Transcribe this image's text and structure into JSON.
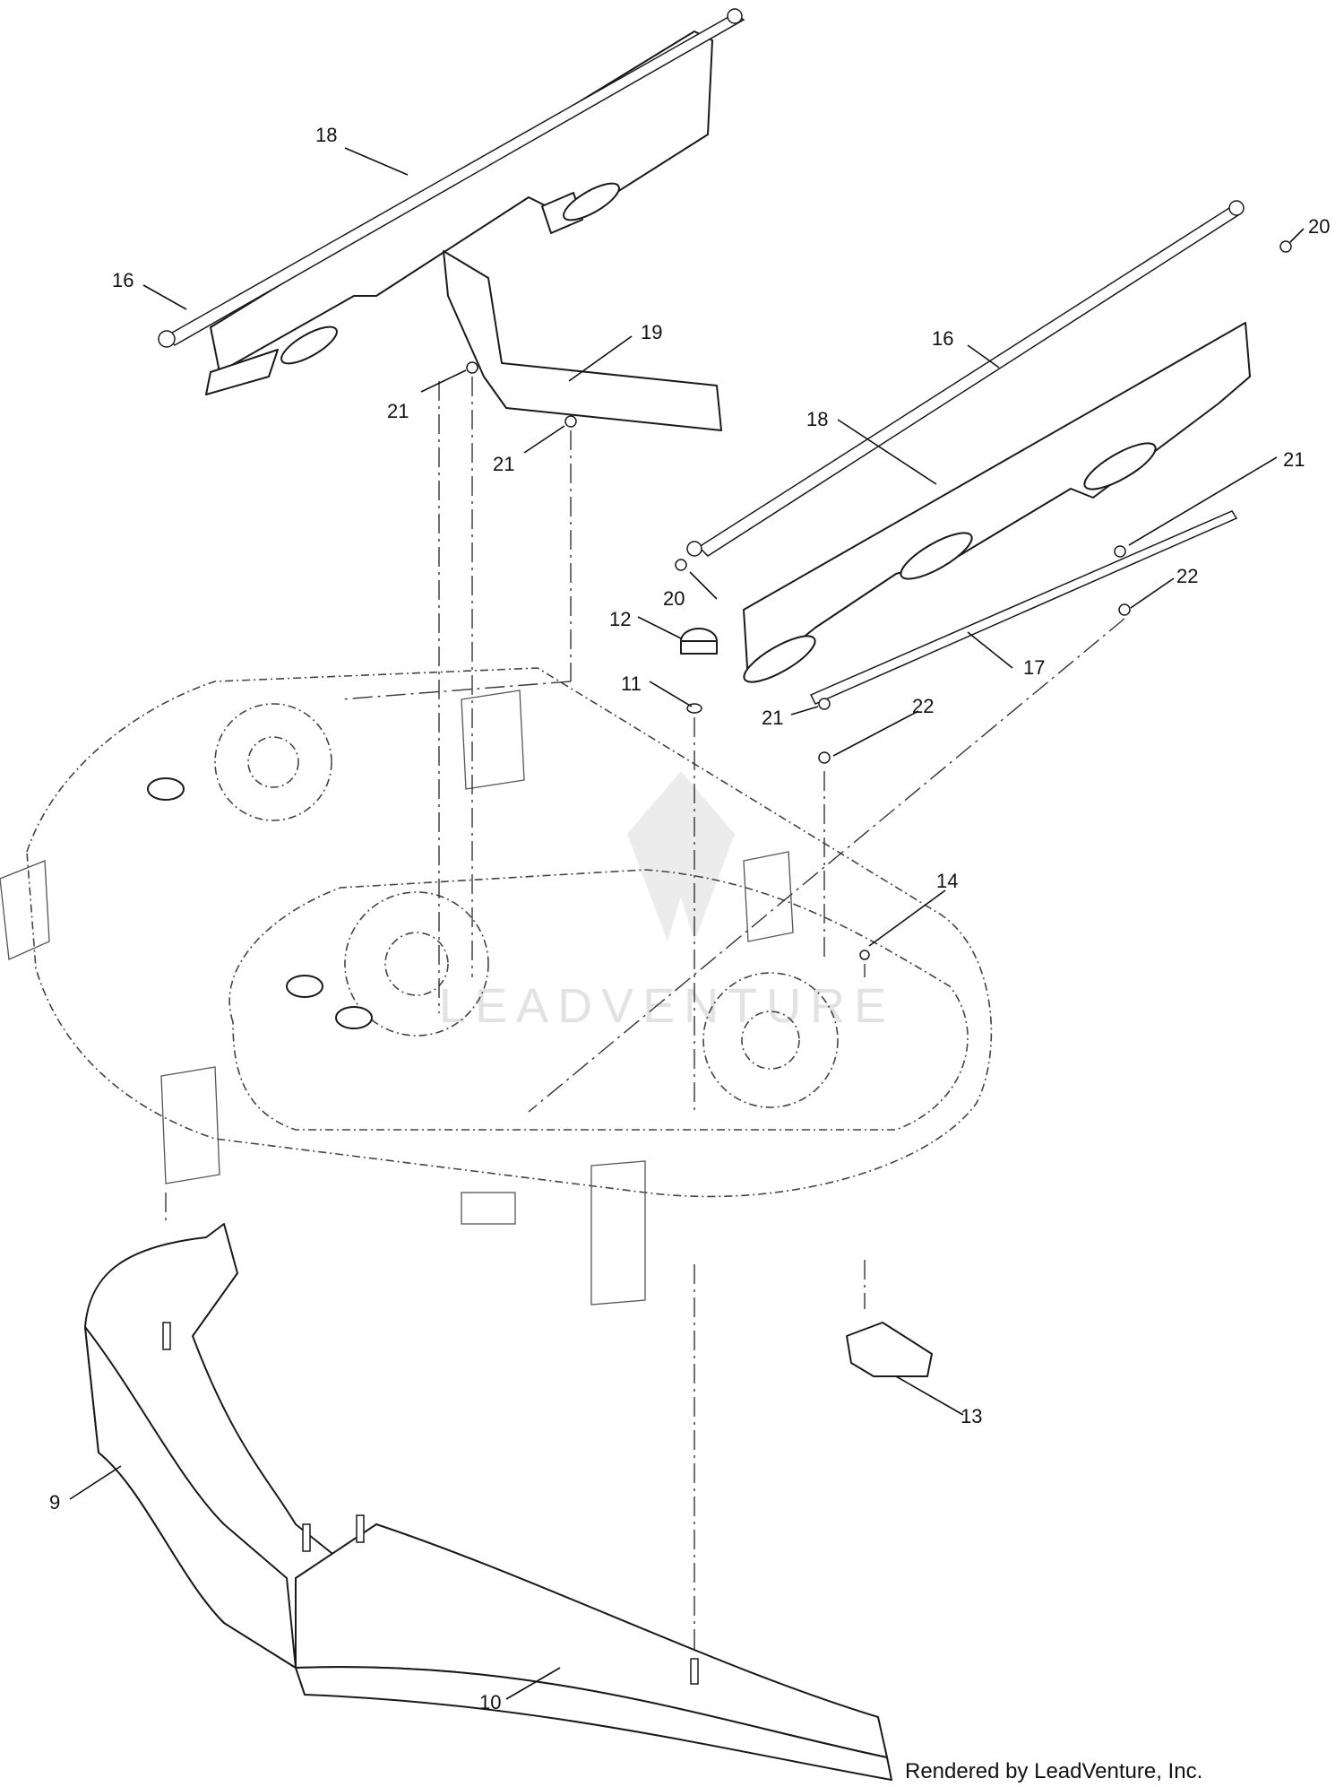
{
  "callouts": [
    "18",
    "16",
    "19",
    "21",
    "21",
    "20",
    "16",
    "18",
    "21",
    "20",
    "12",
    "22",
    "11",
    "17",
    "21",
    "22",
    "14",
    "13",
    "9",
    "10"
  ],
  "watermark": "LEADVENTURE",
  "footer": "Rendered by LeadVenture, Inc."
}
